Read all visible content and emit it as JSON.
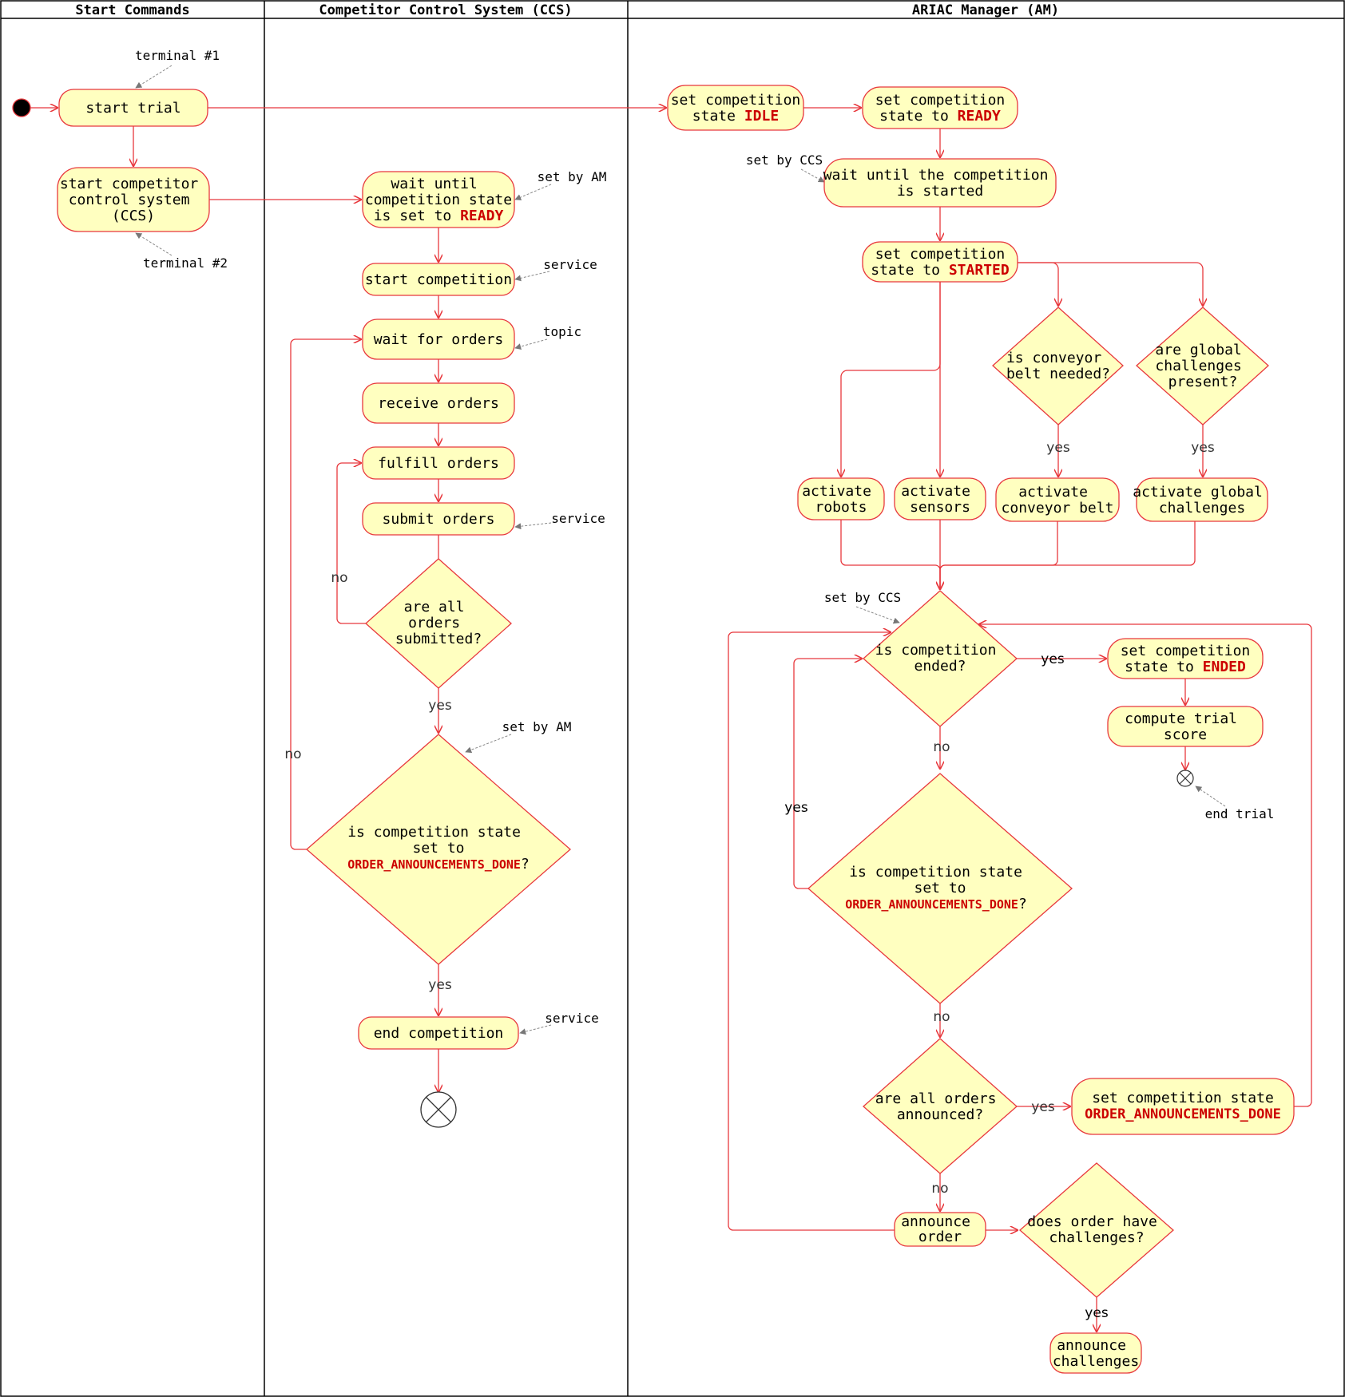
{
  "lanes": {
    "start_commands": "Start Commands",
    "ccs": "Competitor Control System (CCS)",
    "am": "ARIAC Manager (AM)"
  },
  "start": {
    "start_trial": "start trial",
    "start_ccs_1": "start competitor",
    "start_ccs_2": "control system",
    "start_ccs_3": "(CCS)",
    "terminal1": "terminal #1",
    "terminal2": "terminal #2"
  },
  "ccs": {
    "wait_1": "wait until",
    "wait_2": "competition state",
    "wait_3": "is set to ",
    "ready": "READY",
    "set_by_am": "set by AM",
    "start_competition": "start competition",
    "service": "service",
    "wait_orders": "wait for orders",
    "topic": "topic",
    "receive_orders": "receive orders",
    "fulfill_orders": "fulfill orders",
    "submit_orders": "submit orders",
    "all_submitted_1": "are all",
    "all_submitted_2": "orders",
    "all_submitted_3": "submitted?",
    "no": "no",
    "yes": "yes",
    "comp_state_1": "is competition state",
    "comp_state_2": "set to",
    "order_ann_done": "ORDER_ANNOUNCEMENTS_DONE",
    "qmark": "?",
    "end_competition": "end competition"
  },
  "am": {
    "set_state": "set competition",
    "state_word": "state ",
    "state_to": "state to ",
    "idle": "IDLE",
    "ready": "READY",
    "started": "STARTED",
    "ended": "ENDED",
    "set_by_ccs": "set by CCS",
    "wait_started_1": "wait until the competition",
    "wait_started_2": "is started",
    "conveyor_q_1": "is conveyor",
    "conveyor_q_2": "belt needed?",
    "global_q_1": "are global",
    "global_q_2": "challenges",
    "global_q_3": "present?",
    "yes": "yes",
    "no": "no",
    "activate": "activate",
    "robots": "robots",
    "sensors": "sensors",
    "conveyor_belt": "conveyor belt",
    "activate_global": "activate global",
    "challenges": "challenges",
    "ended_q_1": "is competition",
    "ended_q_2": "ended?",
    "compute_1": "compute trial",
    "compute_2": "score",
    "end_trial": "end trial",
    "comp_state_1": "is competition state",
    "comp_state_2": "set to",
    "order_ann_done": "ORDER_ANNOUNCEMENTS_DONE",
    "qmark": "?",
    "all_announced_1": "are all orders",
    "all_announced_2": "announced?",
    "set_state_full": "set competition state",
    "announce_order_1": "announce",
    "announce_order_2": "order",
    "order_challenges_1": "does order have",
    "order_challenges_2": "challenges?",
    "announce_challenges_1": "announce",
    "announce_challenges_2": "challenges"
  },
  "colors": {
    "node_fill": "#ffffc0",
    "node_stroke": "#e8383d",
    "keyword": "#cc0000"
  }
}
